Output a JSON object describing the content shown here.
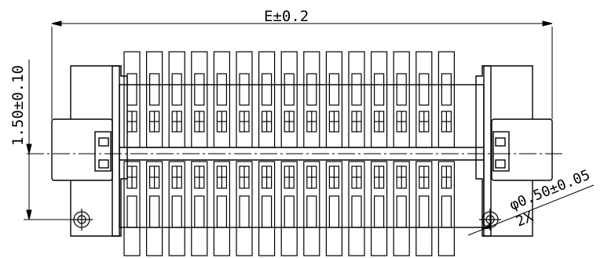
{
  "drawing": {
    "dimension_width": "E±0.2",
    "dimension_height": "1.50±0.10",
    "dimension_hole": "φ0.50±0.05",
    "hole_count": "2X"
  },
  "connector": {
    "pin_columns": 15,
    "pin_rows": 2,
    "mounting_holes": 2
  },
  "colors": {
    "line": "#000000",
    "background": "#ffffff"
  }
}
